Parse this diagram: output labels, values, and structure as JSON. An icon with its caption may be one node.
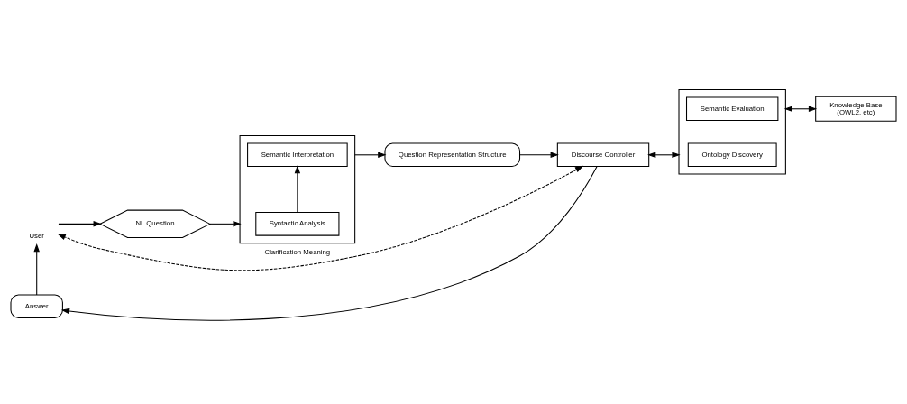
{
  "diagram": {
    "nodes": [
      {
        "text": [
          "User"
        ]
      },
      {
        "text": [
          "NL Question"
        ]
      },
      {
        "text": [],
        "shape": "box"
      },
      {
        "text": [
          "Syntactic Analysis"
        ],
        "in": 2
      },
      {
        "text": [
          "Semantic Interpretation"
        ],
        "in": 2
      },
      {
        "text": [
          "Question Representation Structure"
        ]
      },
      {
        "text": [
          "Discourse Controller"
        ]
      },
      {
        "text": [],
        "shape": "box"
      },
      {
        "text": [
          "Ontology Discovery"
        ],
        "in": 7
      },
      {
        "text": [
          "Semantic Evaluation"
        ],
        "in": 7
      },
      {
        "text": [
          "Answer"
        ]
      },
      {
        "text": [
          "Knowledge Base",
          "(OWL2, etc)"
        ]
      }
    ],
    "edges": [
      {
        "from": 0,
        "to": 1,
        "arrow": "to"
      },
      {
        "from": 1,
        "to": 2,
        "arrow": "to"
      },
      {
        "from": 3,
        "to": 4,
        "arrow": "to"
      },
      {
        "from": 2,
        "to": 5,
        "arrow": "to"
      },
      {
        "from": 5,
        "to": 6,
        "arrow": "to"
      },
      {
        "from": 6,
        "to": 0,
        "arrow": "both",
        "style": "dashed",
        "label": "Clarification Meaning"
      },
      {
        "from": 6,
        "to": 7,
        "arrow": "both"
      },
      {
        "from": 6,
        "to": 10,
        "arrow": "to"
      },
      {
        "from": 10,
        "to": 0,
        "arrow": "to"
      },
      {
        "from": 7,
        "to": 11,
        "arrow": "both"
      }
    ]
  }
}
